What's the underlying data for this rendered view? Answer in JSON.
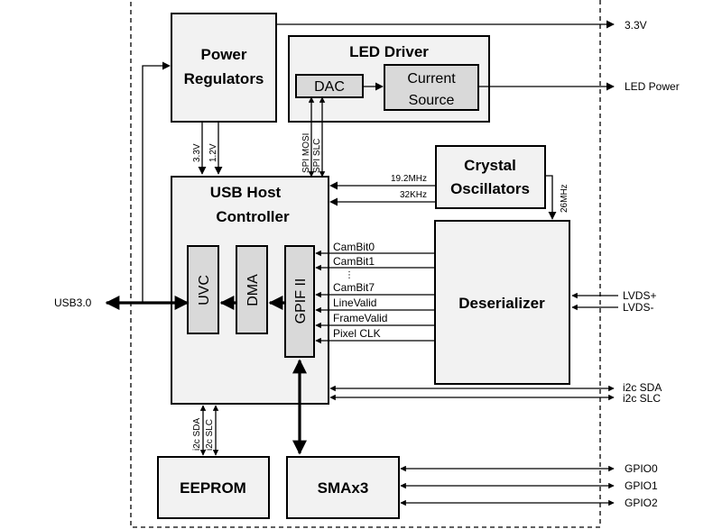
{
  "blocks": {
    "power_regulators": [
      "Power",
      "Regulators"
    ],
    "led_driver": "LED Driver",
    "dac": "DAC",
    "current_source": [
      "Current",
      "Source"
    ],
    "crystal_oscillators": [
      "Crystal",
      "Oscillators"
    ],
    "usb_host_controller": [
      "USB Host",
      "Controller"
    ],
    "uvc": "UVC",
    "dma": "DMA",
    "gpif": "GPIF II",
    "deserializer": "Deserializer",
    "eeprom": "EEPROM",
    "sma": "SMAx3"
  },
  "signals": {
    "v33_out": "3.3V",
    "led_power": "LED Power",
    "v33": "3.3V",
    "v12": "1.2V",
    "spi_mosi": "SPI MOSI",
    "spi_slc": "SPI SLC",
    "mhz192": "19.2MHz",
    "khz32": "32KHz",
    "mhz26": "26MHz",
    "cambit0": "CamBit0",
    "cambit1": "CamBit1",
    "dots": "⋮",
    "cambit7": "CamBit7",
    "linevalid": "LineValid",
    "framevalid": "FrameValid",
    "pixelclk": "Pixel CLK",
    "lvds_p": "LVDS+",
    "lvds_n": "LVDS-",
    "i2c_sda": "i2c SDA",
    "i2c_slc": "i2c SLC",
    "i2c_sda_small": "i2c SDA",
    "i2c_slc_small": "i2c SLC",
    "usb30": "USB3.0",
    "gpio0": "GPIO0",
    "gpio1": "GPIO1",
    "gpio2": "GPIO2"
  }
}
